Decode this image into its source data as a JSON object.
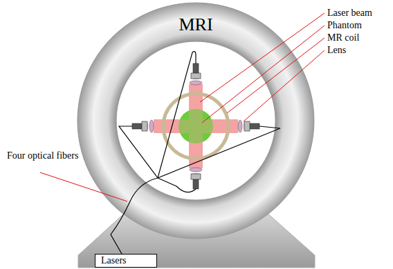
{
  "diagram": {
    "nodes": [
      {
        "text": [
          "Lasers"
        ]
      }
    ],
    "labels": [
      "MRI",
      "Laser beam",
      "Phantom",
      "MR coil",
      "Lens",
      "Four optical fibers"
    ]
  }
}
